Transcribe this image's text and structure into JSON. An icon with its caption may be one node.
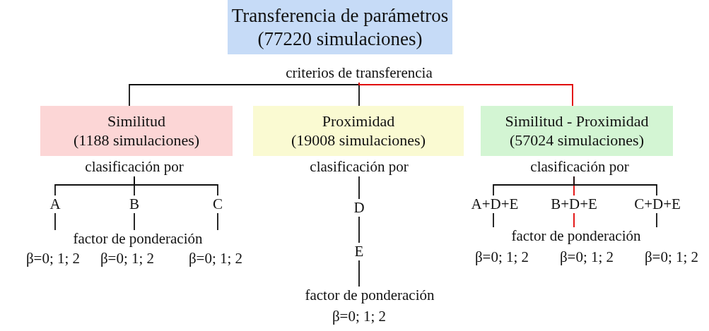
{
  "diagram": {
    "nodes": [
      {
        "text": [
          "Transferencia de parámetros",
          "(77220 simulaciones)"
        ]
      },
      {
        "text": [
          "criterios de transferencia"
        ]
      },
      {
        "text": [
          "Similitud",
          "(1188 simulaciones)"
        ]
      },
      {
        "text": [
          "Proximidad",
          "(19008 simulaciones)"
        ]
      },
      {
        "text": [
          "Similitud - Proximidad",
          "(57024 simulaciones)"
        ]
      },
      {
        "text": [
          "clasificación por"
        ]
      },
      {
        "text": [
          "A"
        ]
      },
      {
        "text": [
          "B"
        ]
      },
      {
        "text": [
          "C"
        ]
      },
      {
        "text": [
          "factor de ponderación"
        ]
      },
      {
        "text": [
          "clasificación por"
        ]
      },
      {
        "text": [
          "D"
        ]
      },
      {
        "text": [
          "E"
        ]
      },
      {
        "text": [
          "factor de ponderación"
        ]
      },
      {
        "text": [
          "clasificación por"
        ]
      },
      {
        "text": [
          "A+D+E"
        ]
      },
      {
        "text": [
          "B+D+E"
        ]
      },
      {
        "text": [
          "C+D+E"
        ]
      },
      {
        "text": [
          "factor de ponderación"
        ]
      }
    ],
    "edges": [
      {
        "from": 1,
        "to": 2,
        "arrow": "none"
      },
      {
        "from": 1,
        "to": 3,
        "arrow": "none"
      },
      {
        "from": 1,
        "to": 4,
        "arrow": "none",
        "color": "#e00000"
      },
      {
        "from": 5,
        "to": 6,
        "arrow": "none"
      },
      {
        "from": 5,
        "to": 7,
        "arrow": "none"
      },
      {
        "from": 5,
        "to": 8,
        "arrow": "none"
      },
      {
        "from": 6,
        "to": 9,
        "arrow": "none"
      },
      {
        "from": 7,
        "to": 9,
        "arrow": "none"
      },
      {
        "from": 8,
        "to": 9,
        "arrow": "none"
      },
      {
        "from": 10,
        "to": 11,
        "arrow": "none"
      },
      {
        "from": 11,
        "to": 12,
        "arrow": "none"
      },
      {
        "from": 12,
        "to": 13,
        "arrow": "none"
      },
      {
        "from": 14,
        "to": 15,
        "arrow": "none"
      },
      {
        "from": 14,
        "to": 16,
        "arrow": "none",
        "color": "#e00000"
      },
      {
        "from": 14,
        "to": 17,
        "arrow": "none"
      },
      {
        "from": 15,
        "to": 18,
        "arrow": "none"
      },
      {
        "from": 16,
        "to": 18,
        "arrow": "none",
        "color": "#e00000"
      },
      {
        "from": 17,
        "to": 18,
        "arrow": "none"
      }
    ],
    "labels": [
      "β=0; 1; 2",
      "β=0; 1; 2",
      "β=0; 1; 2",
      "β=0; 1; 2",
      "β=0; 1; 2",
      "β=0; 1; 2",
      "β=0; 1; 2"
    ]
  }
}
